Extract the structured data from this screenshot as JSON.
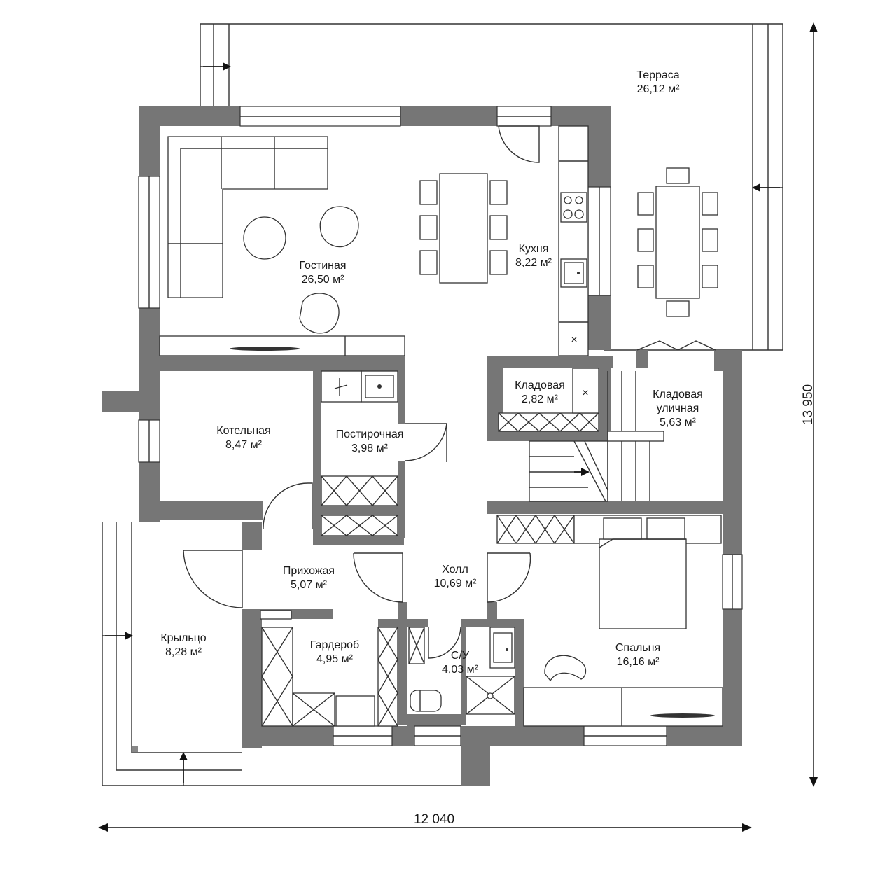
{
  "dimensions": {
    "width_label": "12 040",
    "height_label": "13 950"
  },
  "rooms": [
    {
      "id": "terrace",
      "name": "Терраса",
      "area": "26,12 м²"
    },
    {
      "id": "living",
      "name": "Гостиная",
      "area": "26,50 м²"
    },
    {
      "id": "kitchen",
      "name": "Кухня",
      "area": "8,22 м²"
    },
    {
      "id": "pantry",
      "name": "Кладовая",
      "area": "2,82 м²"
    },
    {
      "id": "outdoor-pantry",
      "name": "Кладовая уличная",
      "name_line1": "Кладовая",
      "name_line2": "уличная",
      "area": "5,63 м²"
    },
    {
      "id": "boiler",
      "name": "Котельная",
      "area": "8,47 м²"
    },
    {
      "id": "laundry",
      "name": "Постирочная",
      "area": "3,98 м²"
    },
    {
      "id": "entry",
      "name": "Прихожая",
      "area": "5,07 м²"
    },
    {
      "id": "hall",
      "name": "Холл",
      "area": "10,69 м²"
    },
    {
      "id": "porch",
      "name": "Крыльцо",
      "area": "8,28 м²"
    },
    {
      "id": "wardrobe",
      "name": "Гардероб",
      "area": "4,95 м²"
    },
    {
      "id": "bathroom",
      "name": "С/У",
      "area": "4,03 м²"
    },
    {
      "id": "bedroom",
      "name": "Спальня",
      "area": "16,16 м²"
    }
  ]
}
